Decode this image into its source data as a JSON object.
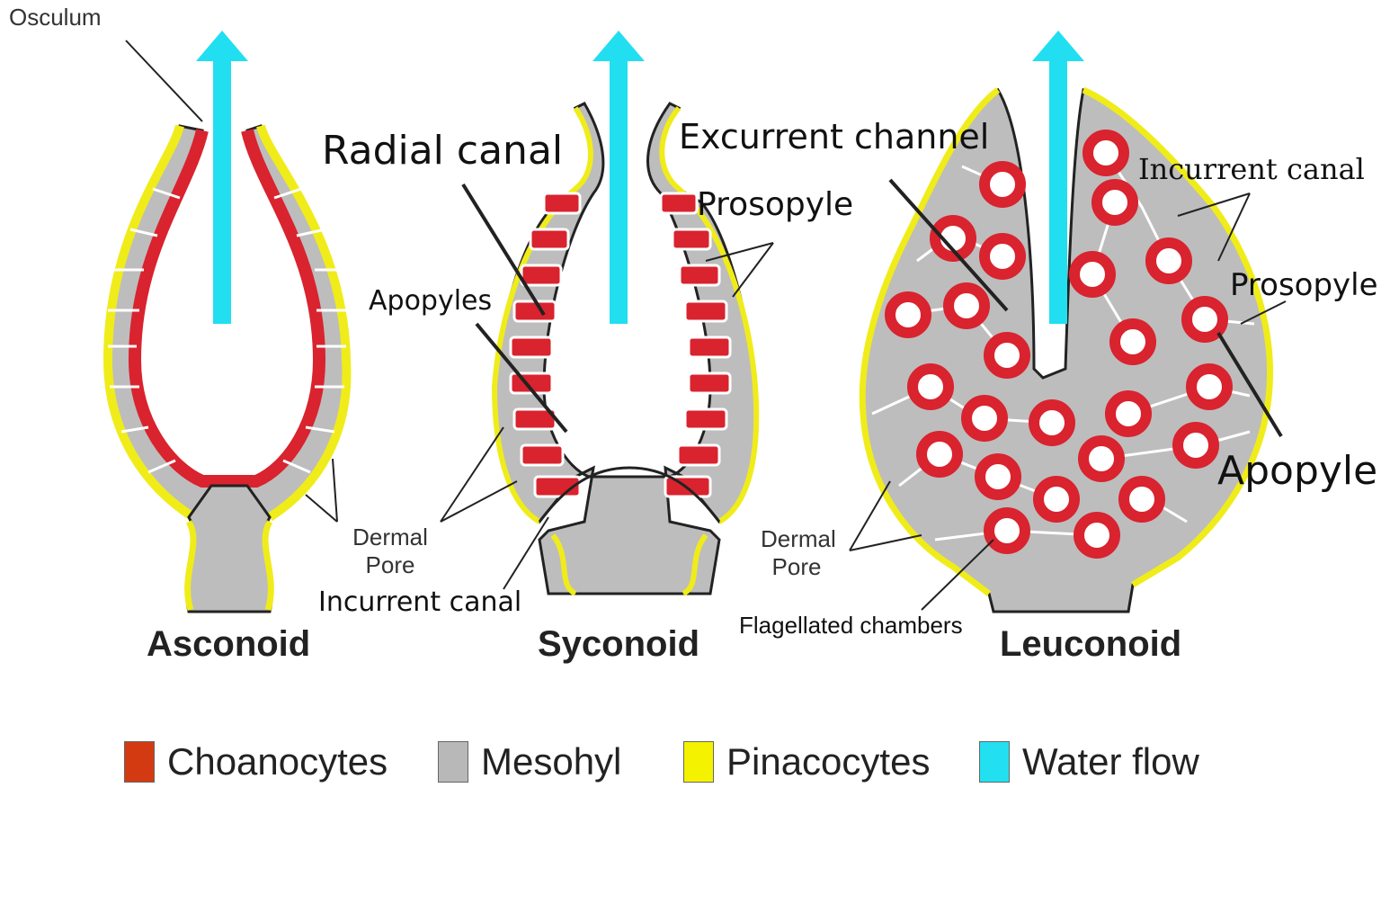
{
  "titles": {
    "asconoid": "Asconoid",
    "syconoid": "Syconoid",
    "leuconoid": "Leuconoid"
  },
  "labels": {
    "osculum": "Osculum",
    "radial_canal": "Radial canal",
    "excurrent_channel": "Excurrent channel",
    "prosopyle_syconoid": "Prosopyle",
    "apopyles": "Apopyles",
    "incurrent_canal_leuconoid": "Incurrent canal",
    "prosopyle_leuconoid": "Prosopyle",
    "apopyle": "Apopyle",
    "dermal_pore_asconoid": "Dermal\nPore",
    "dermal_pore_leuconoid": "Dermal\nPore",
    "incurrent_canal_syconoid": "Incurrent canal",
    "flagellated_chambers": "Flagellated chambers"
  },
  "legend": [
    {
      "label": "Choanocytes",
      "color": "#d43a12"
    },
    {
      "label": "Mesohyl",
      "color": "#b8b8b8"
    },
    {
      "label": "Pinacocytes",
      "color": "#f5f200"
    },
    {
      "label": "Water flow",
      "color": "#22e0f0"
    }
  ],
  "colors": {
    "choanocyte": "#d9232e",
    "mesohyl": "#bdbdbd",
    "pinacocyte": "#f0ec1a",
    "water_flow": "#21dff0",
    "outline": "#222222"
  }
}
